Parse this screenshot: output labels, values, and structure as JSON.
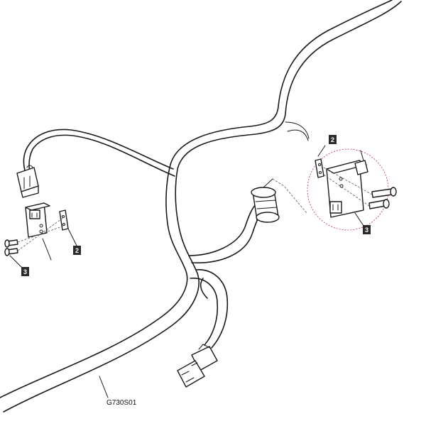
{
  "figure_id": "G730S01",
  "callouts": {
    "left_bracket": "2",
    "left_screws": "3",
    "right_bracket": "2",
    "right_screws": "3"
  },
  "colors": {
    "line": "#1a1a1a",
    "callout_fill": "#2b2b2b",
    "detail_circle": "#c0304a"
  }
}
